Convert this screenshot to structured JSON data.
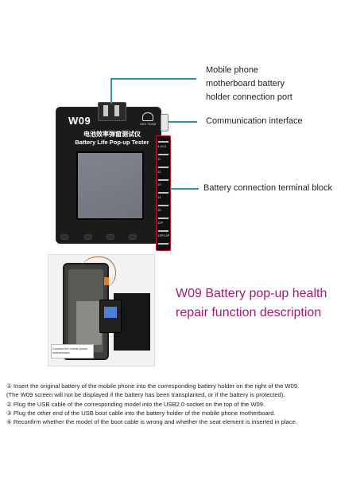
{
  "device": {
    "model": "W09",
    "cn_title": "电池效率弹窗测试仪",
    "en_title": "Battery Life Pop-up Tester",
    "brand": "OSS TEAM",
    "board_labels": [
      "3-4/12",
      "11",
      "12",
      "13",
      "14",
      "15",
      "12P",
      "13P/14P"
    ]
  },
  "callouts": {
    "port": [
      "Mobile phone",
      "motherboard battery",
      "holder connection port"
    ],
    "comm": "Communication interface",
    "terminal": "Battery connection terminal block"
  },
  "photo": {
    "caption": "Connect the mobile phone motherboard"
  },
  "headline": [
    "W09 Battery pop-up health",
    "repair function description"
  ],
  "steps": [
    "① Insert the original battery of the mobile phone into the corresponding battery holder on the right of the W09.",
    "   (The W09 screen will not be displayed if the battery has been transplanted, or if the battery is protected).",
    "② Plug the USB cable of the corresponding model into the USB2.0 socket on the top of the W09.",
    "③ Plug the other end of the USB boot cable into the battery holder of the mobile phone motherboard.",
    "④ Reconfirm whether the model of the boot cable is wrong and whether the seat element is inserted in place."
  ],
  "colors": {
    "accent": "#a11d6d",
    "callout_line": "#2f8fb8",
    "board_border": "#c0152b"
  }
}
